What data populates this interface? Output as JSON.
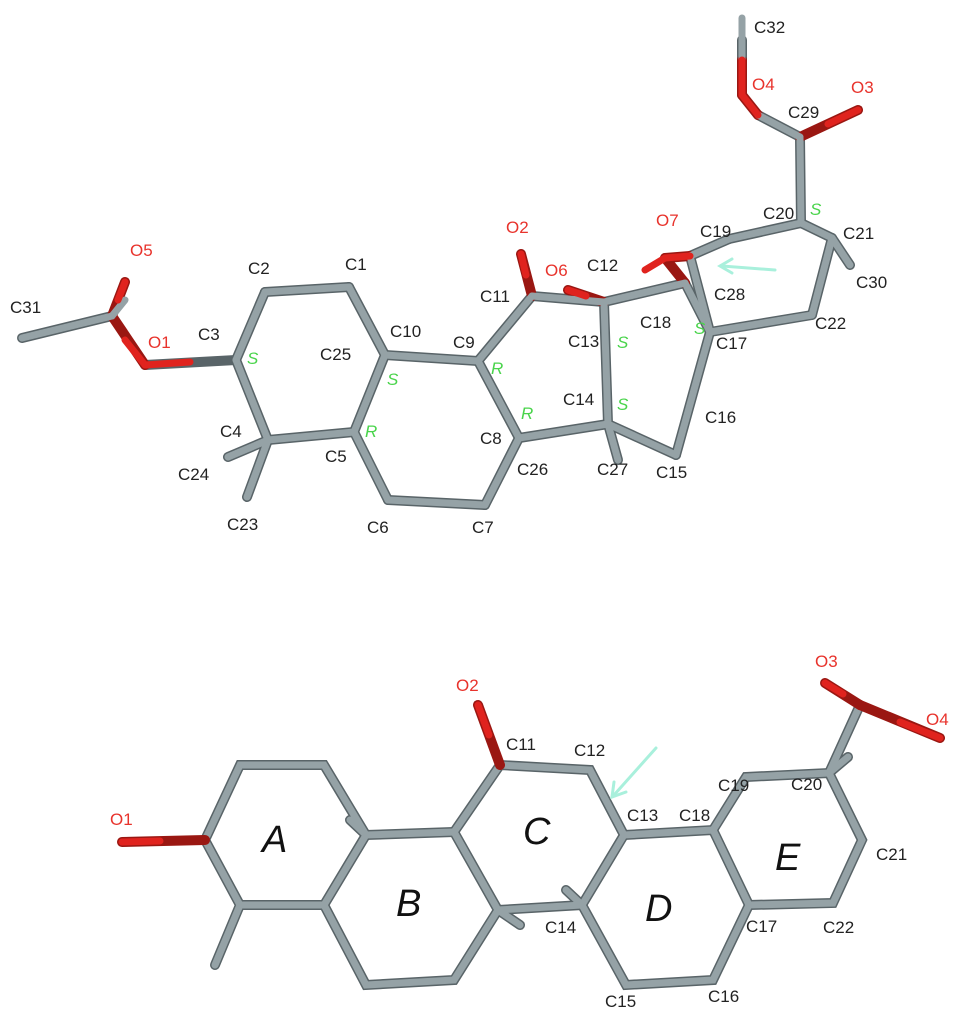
{
  "top_structure": {
    "carbon_labels": {
      "c1": "C1",
      "c2": "C2",
      "c3": "C3",
      "c4": "C4",
      "c5": "C5",
      "c6": "C6",
      "c7": "C7",
      "c8": "C8",
      "c9": "C9",
      "c10": "C10",
      "c11": "C11",
      "c12": "C12",
      "c13": "C13",
      "c14": "C14",
      "c15": "C15",
      "c16": "C16",
      "c17": "C17",
      "c18": "C18",
      "c19": "C19",
      "c20": "C20",
      "c21": "C21",
      "c22": "C22",
      "c23": "C23",
      "c24": "C24",
      "c25": "C25",
      "c26": "C26",
      "c27": "C27",
      "c28": "C28",
      "c29": "C29",
      "c30": "C30",
      "c31": "C31",
      "c32": "C32"
    },
    "oxygen_labels": {
      "o1": "O1",
      "o2": "O2",
      "o3": "O3",
      "o4": "O4",
      "o5": "O5",
      "o6": "O6",
      "o7": "O7"
    },
    "stereo_labels": {
      "c3": "S",
      "c10": "S",
      "c5": "R",
      "c9": "R",
      "c8": "R",
      "c13": "S",
      "c14": "S",
      "c17": "S",
      "c20": "S"
    }
  },
  "bottom_structure": {
    "carbon_labels": {
      "c11": "C11",
      "c12": "C12",
      "c13": "C13",
      "c14": "C14",
      "c15": "C15",
      "c16": "C16",
      "c17": "C17",
      "c18": "C18",
      "c19": "C19",
      "c20": "C20",
      "c21": "C21",
      "c22": "C22"
    },
    "oxygen_labels": {
      "o1": "O1",
      "o2": "O2",
      "o3": "O3",
      "o4": "O4"
    },
    "ring_labels": {
      "a": "A",
      "b": "B",
      "c": "C",
      "d": "D",
      "e": "E"
    }
  },
  "colors": {
    "carbon": "#95a2a6",
    "oxygen": "#e0231e",
    "stereo_label": "#49d44b",
    "arrow": "#a9f0dc"
  }
}
